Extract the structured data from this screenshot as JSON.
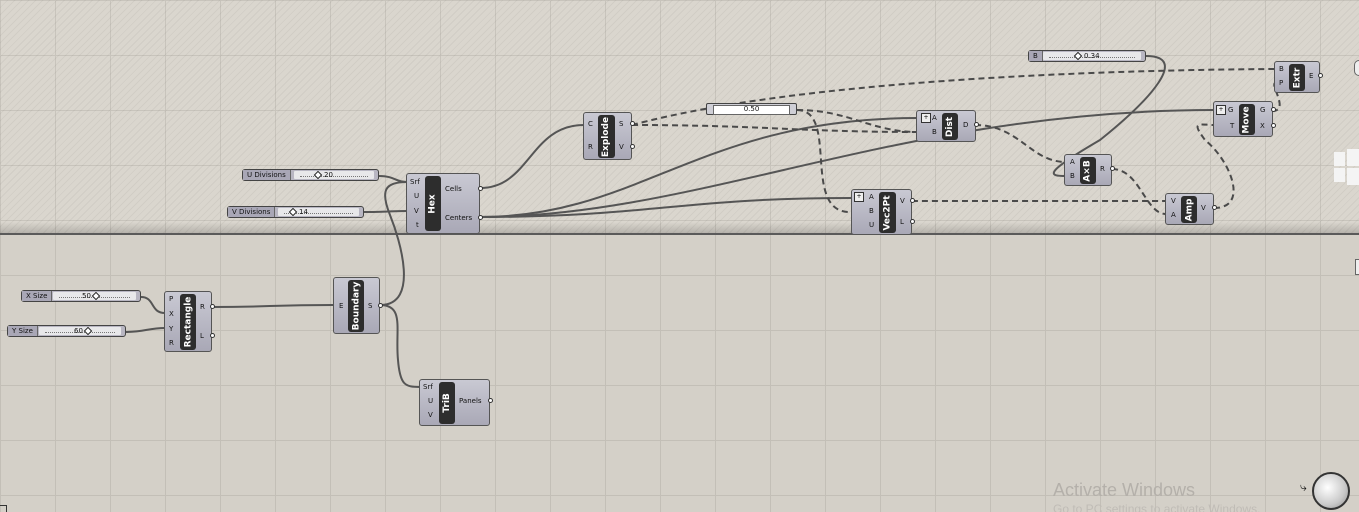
{
  "window": {
    "title": "Grasshopper canvas"
  },
  "sliders": [
    {
      "name": "U Divisions",
      "value": "20"
    },
    {
      "name": "V Divisions",
      "value": "14"
    },
    {
      "name": "X Size",
      "value": "50"
    },
    {
      "name": "Y Size",
      "value": "60"
    },
    {
      "name": "B",
      "value": "0.34"
    }
  ],
  "number_panel": {
    "value": "0.50"
  },
  "components": {
    "hex": {
      "title": "Hex",
      "inputs": [
        "Srf",
        "U",
        "V",
        "t"
      ],
      "outputs": [
        "Cells",
        "Centers"
      ]
    },
    "rectangle": {
      "title": "Rectangle",
      "inputs": [
        "P",
        "X",
        "Y",
        "R"
      ],
      "outputs": [
        "R",
        "L"
      ]
    },
    "boundary": {
      "title": "Boundary",
      "inputs": [
        "E"
      ],
      "outputs": [
        "S"
      ]
    },
    "trib": {
      "title": "TriB",
      "inputs": [
        "Srf",
        "U",
        "V"
      ],
      "outputs": [
        "Panels"
      ]
    },
    "explode": {
      "title": "Explode",
      "inputs": [
        "C",
        "R"
      ],
      "outputs": [
        "S",
        "V"
      ]
    },
    "dist": {
      "title": "Dist",
      "inputs": [
        "A",
        "B"
      ],
      "outputs": [
        "D"
      ]
    },
    "vec2pt": {
      "title": "Vec2Pt",
      "inputs": [
        "A",
        "B",
        "U"
      ],
      "outputs": [
        "V",
        "L"
      ]
    },
    "axb": {
      "title": "A×B",
      "inputs": [
        "A",
        "B"
      ],
      "outputs": [
        "R"
      ]
    },
    "amp": {
      "title": "Amp",
      "inputs": [
        "V",
        "A"
      ],
      "outputs": [
        "V"
      ]
    },
    "move": {
      "title": "Move",
      "inputs": [
        "G",
        "T"
      ],
      "outputs": [
        "G",
        "X"
      ]
    },
    "extr": {
      "title": "Extr",
      "inputs": [
        "B",
        "P"
      ],
      "outputs": [
        "E"
      ]
    }
  },
  "icons": [
    "navigation-wheel-icon",
    "windows-logo-icon"
  ],
  "watermark": {
    "line1": "Activate Windows",
    "line2": "Go to PC settings to activate Windows."
  }
}
